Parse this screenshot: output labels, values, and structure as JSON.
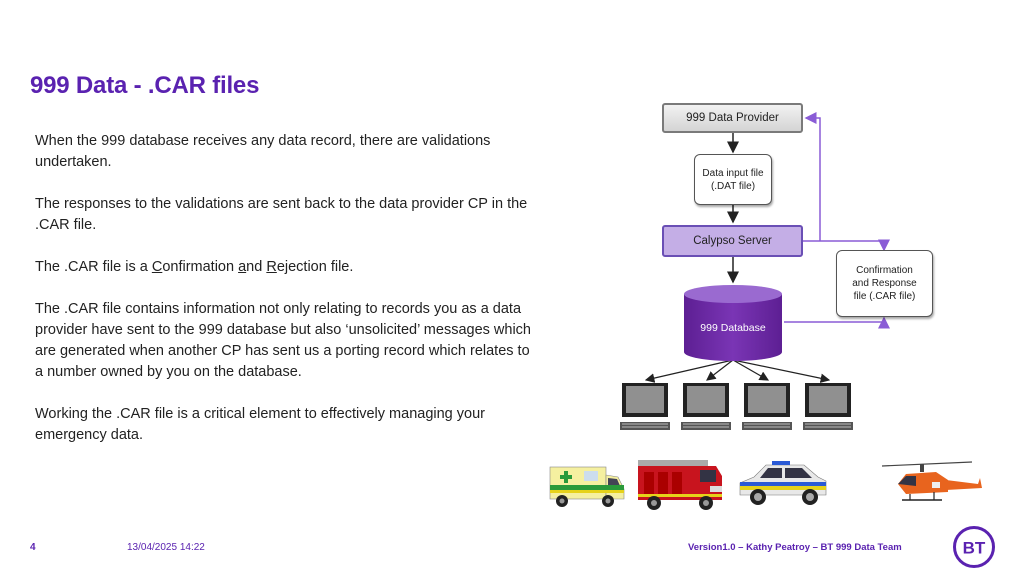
{
  "slide": {
    "title": "999 Data - .CAR files",
    "paragraphs": {
      "p1": "When the 999 database receives any data record, there are validations undertaken.",
      "p2": "The responses to the validations are sent back to the data provider CP in the .CAR file.",
      "p3": {
        "before": "The .CAR file is a ",
        "c": "C",
        "mid1": "onfirmation ",
        "a": "a",
        "mid2": "nd ",
        "r": "R",
        "after": "ejection file."
      },
      "p4": "The .CAR file contains information not only relating to records you as a data provider have sent to the 999 database but also ‘unsolicited’ messages which are generated when another CP has sent us a porting record which relates to a number owned by you on the database.",
      "p5": "Working the .CAR file is a critical element to effectively managing your emergency data."
    }
  },
  "diagram": {
    "provider": "999 Data Provider",
    "input_file": "Data input file (.DAT file)",
    "server": "Calypso Server",
    "response_file": "Confirmation and Response file (.CAR file)",
    "database": "999 Database",
    "colors": {
      "purple": "#7030a0",
      "arrow_purple": "#8a5cd6",
      "arrow_dark": "#222222"
    }
  },
  "footer": {
    "page_number": "4",
    "date": "13/04/2025 14:22",
    "version": "Version1.0 – Kathy Peatroy – BT 999 Data Team",
    "logo": "BT"
  },
  "colors": {
    "accent": "#5a22b0"
  },
  "icons": [
    "computer-monitor-icon",
    "ambulance-icon",
    "fire-engine-icon",
    "police-car-icon",
    "helicopter-icon",
    "bt-logo-icon"
  ]
}
